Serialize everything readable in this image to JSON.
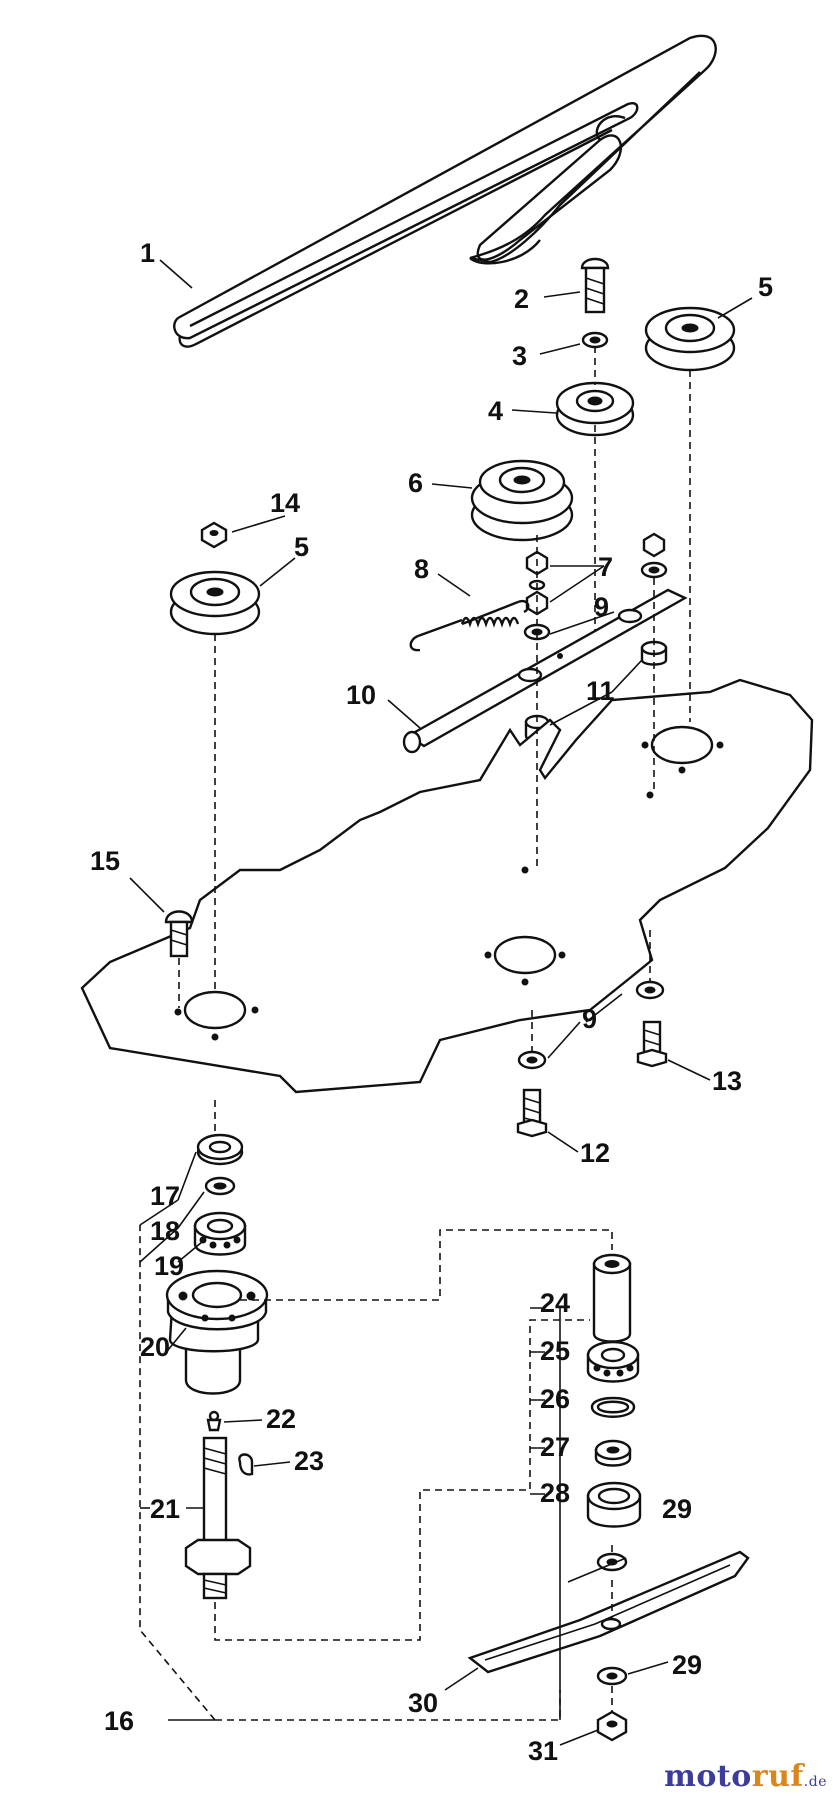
{
  "callouts": {
    "c1": "1",
    "c2": "2",
    "c3": "3",
    "c4": "4",
    "c5a": "5",
    "c5b": "5",
    "c6": "6",
    "c7": "7",
    "c8": "8",
    "c9a": "9",
    "c9b": "9",
    "c10": "10",
    "c11": "11",
    "c12": "12",
    "c13": "13",
    "c14": "14",
    "c15": "15",
    "c16": "16",
    "c17": "17",
    "c18": "18",
    "c19": "19",
    "c20": "20",
    "c21": "21",
    "c22": "22",
    "c23": "23",
    "c24": "24",
    "c25": "25",
    "c26": "26",
    "c27": "27",
    "c28": "28",
    "c29a": "29",
    "c29b": "29",
    "c30": "30",
    "c31": "31"
  },
  "watermark": {
    "part1": "moto",
    "part2": "ruf",
    "part3": ".de"
  },
  "colors": {
    "line": "#111111",
    "background": "#ffffff",
    "brand_blue": "#3c3c9a",
    "brand_orange": "#d9861a"
  }
}
